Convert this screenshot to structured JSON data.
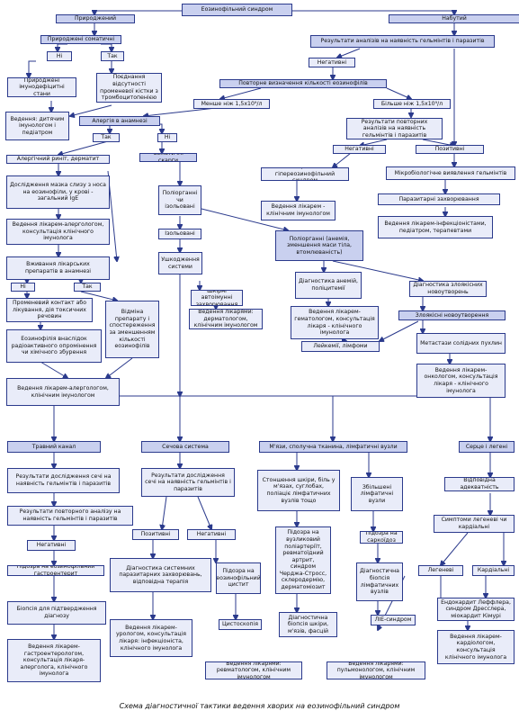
{
  "caption": "Схема діагностичної тактики ведення хворих на еозинофільний синдром",
  "nodes": {
    "root": "Еозинофільний синдром",
    "congenital": "Природжений",
    "acquired": "Набутий",
    "cong_somatic": "Природжені соматичні",
    "cong_no": "Ні",
    "cong_yes": "Так",
    "cong_immuno": "Природжені імунодефіцитні стани",
    "cong_combo": "Поєднання відсутності променевої кістки з тромбоцитопенією",
    "cong_lead": "Ведення: дитячим імунологом і педіатром",
    "helm_tests": "Результати аналізів на наявність гельмінтів і паразитів",
    "neg1": "Негативні",
    "repeat_eos": "Повторне визначення кількості еозинофілів",
    "lt15": "Менше ніж 1,5x10⁹/л",
    "gt15": "Більше ніж 1,5x10⁹/л",
    "repeat_helm": "Результати повторних аналізів на наявність гельмінтів і паразитів",
    "neg2": "Негативні",
    "pos2": "Позитивні",
    "essential": "Есенціальний гіпереозинофільний синдром",
    "lead_immuno1": "Ведення лікарем - клінічним імунологом",
    "micro": "Мікробіологічне виявлення гельмінтів",
    "parasit": "Паразитарні захворювання",
    "lead_infect": "Ведення лікарем-інфекціоністами, педіатром, терапевтами",
    "allergy": "Алергія в анамнезі",
    "al_yes": "Так",
    "al_no": "Ні",
    "rhinitis": "Алергічний риніт, дерматит",
    "nasal": "Дослідження мазка слизу з носа на еозинофіли, у крові - загальний IgE",
    "lead_allerg1": "Ведення лікарем-алергологом, консультація клінічного імунолога",
    "drugs": "Вживання лікарських препаратів в анамнезі",
    "dr_no": "Ні",
    "dr_yes": "Так",
    "contact": "Променевий контакт або лікування, дія токсичних речовин",
    "radiation": "Еозинофілія внаслідок радіоактивного опромінення чи хімічного збурення",
    "withdraw": "Відміна препарату і спостереження за зменшенням кількості еозинофілів",
    "lead_allerg2": "Ведення лікарем-алергологом, клінічним імунологом",
    "somatic": "Соматичні скарги",
    "poly_q": "Поліорганні чи ізольовані",
    "isolated": "Ізольовані",
    "organ_damage": "Ушкодження системи",
    "skin_auto": "Шкірні автоімунні захворювання",
    "lead_derm": "Ведення лікарями: дерматологом, клінічним імунологом",
    "polyorgan": "Поліорганні (анемія, зменшення маси тіла, втомлюваність)",
    "anemia_dx": "Діагностика анемій, поліцитемії",
    "lead_hemat": "Ведення лікарем-гематологом, консультація лікаря - клінічного імунолога",
    "leukemia": "Лейкемії, лімфоми",
    "tumor_dx": "Діагностика злоякісних новоутворень",
    "malignant": "Злоякісні новоутворення",
    "metast": "Метастази солідних пухлин",
    "lead_onco": "Ведення лікарем-онкологом, консультація лікаря - клінічного імунолога",
    "gi": "Травний канал",
    "gu": "Сечова система",
    "musc": "М'язи, сполучна тканина, лімфатичні вузли",
    "heart": "Серце і легені",
    "gi_stool": "Результати дослідження сечі на наявність гельмінтів і паразитів",
    "gi_repeat": "Результати повторного аналізу на наявність гельмінтів і паразитів",
    "gi_neg": "Негативні",
    "gi_gastro": "Підозра на еозинофільний гастроентерит",
    "gi_biopsy": "Біопсія для підтвердження діагнозу",
    "gi_lead": "Ведення лікарем-гастроентерологом, консультація лікаря-алерголога, клінічного імунолога",
    "gu_urine": "Результати дослідження сечі на наявність гельмінтів і паразитів",
    "gu_pos": "Позитивні",
    "gu_neg": "Негативні",
    "gu_systemic": "Діагностика системних паразитарних захворювань, відповідна терапія",
    "gu_cystitis": "Підозра на еозинофільний цистит",
    "gu_cysto": "Цистоскопія",
    "gu_lead1": "Ведення лікарем-урологом, консультація лікаря: інфекціоніста, клінічного імунолога",
    "gu_lead2": "Ведення лікарями: ревматологом, клінічним імунологом",
    "m_skin": "Стоншення шкіри, біль у м'язах, суглобах, поліаціє лімфатичних вузлів тощо",
    "m_nodes": "Збільшені лімфатичні вузли",
    "m_susp": "Підозра на вузликовий поліартеріїт, ревматоїдний артрит, синдром Черджа-Стросс, склеродермію, дерматоміозит",
    "m_sarc": "Підозра на саркоїдоз",
    "m_biopsy": "Діагностична біопсія шкіри, м'язів, фасцій",
    "m_lnbiopsy": "Діагностична біопсія лімфатичних вузлів",
    "m_lie": "ЛІЕ-синдром",
    "m_lead": "Ведення лікарями: пульмонологом, клінічним імунологом",
    "h_adeq": "Відповідна адекватність",
    "h_sympt": "Симптоми легеневі чи кардіальні",
    "h_lung": "Легеневі",
    "h_card": "Кардіальні",
    "h_loeffler": "Ендокардит Леффлера, синдром Дресслера, міокардит Кімурі",
    "h_lead": "Ведення лікарем-кардіологом, консультація клінічного імунолога"
  },
  "colors": {
    "line": "#2b3a8c",
    "box_fill": "#e9ecf9",
    "box_dark": "#c9d0ef"
  }
}
